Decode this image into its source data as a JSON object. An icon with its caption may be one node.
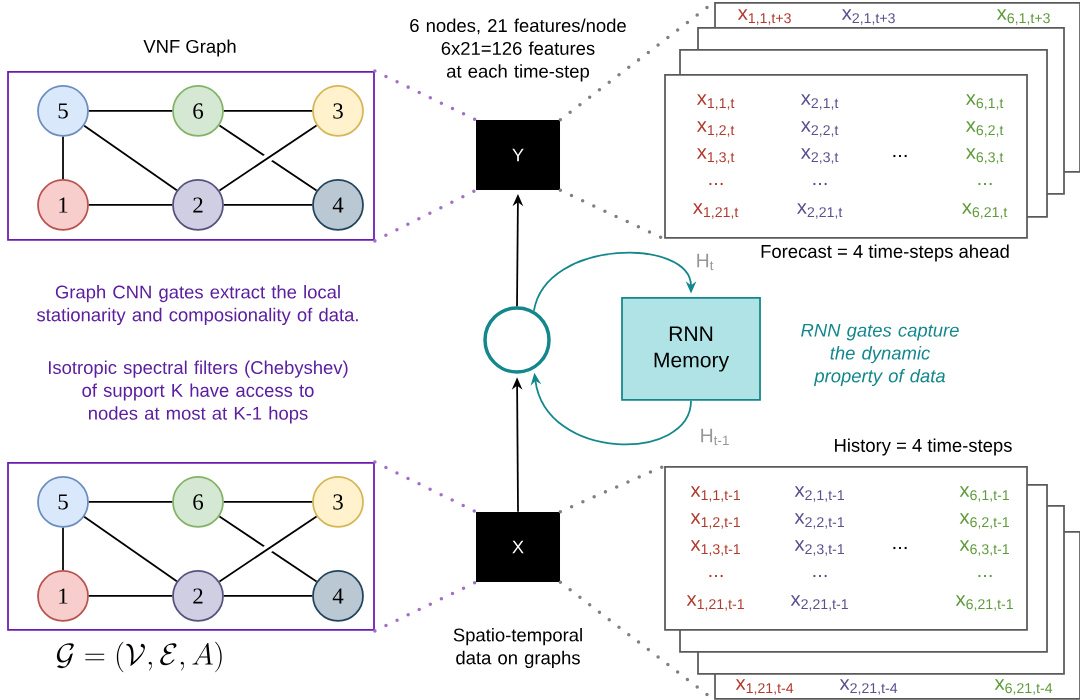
{
  "diagram": {
    "nodes": [
      {
        "text": [
          "VNF Graph"
        ]
      },
      {
        "text": [
          "5"
        ],
        "in": 0
      },
      {
        "text": [
          "6"
        ],
        "in": 0
      },
      {
        "text": [
          "3"
        ],
        "in": 0
      },
      {
        "text": [
          "1"
        ],
        "in": 0
      },
      {
        "text": [
          "2"
        ],
        "in": 0
      },
      {
        "text": [
          "4"
        ],
        "in": 0
      },
      {
        "text": [],
        "shape": "box",
        "beside": [
          "\\mathcal{G}=(\\mathcal{V},\\mathcal{E},A)"
        ]
      },
      {
        "text": [
          "5"
        ],
        "in": 7
      },
      {
        "text": [
          "6"
        ],
        "in": 7
      },
      {
        "text": [
          "3"
        ],
        "in": 7
      },
      {
        "text": [
          "1"
        ],
        "in": 7
      },
      {
        "text": [
          "2"
        ],
        "in": 7
      },
      {
        "text": [
          "4"
        ],
        "in": 7
      },
      {
        "text": [
          "Y"
        ],
        "beside": [
          "6 nodes, 21 features/node 6x21=126 features at each time-step"
        ]
      },
      {
        "text": [
          "X"
        ],
        "beside": [
          "Spatio-temporal data on graphs"
        ]
      },
      {
        "text": [],
        "shape": "circle"
      },
      {
        "text": [
          "RNN Memory"
        ]
      },
      {
        "text": [
          "x$_{1,1,t+3}$",
          "x$_{2,1,t+3}$",
          "x$_{6,1,t+3}$"
        ]
      },
      {
        "text": [],
        "shape": "box"
      },
      {
        "text": [],
        "shape": "box"
      },
      {
        "text": [
          "x$_{1,1,t}$",
          "x$_{2,1,t}$",
          "x$_{6,1,t}$",
          "x$_{1,2,t}$",
          "x$_{2,2,t}$",
          "x$_{6,2,t}$",
          "x$_{1,3,t}$",
          "x$_{2,3,t}$",
          "...",
          "x$_{6,3,t}$",
          "...",
          "...",
          "...",
          "x$_{1,21,t}$",
          "x$_{2,21,t}$",
          "x$_{6,21,t}$"
        ],
        "beside": [
          "Forecast = 4 time-steps ahead"
        ]
      },
      {
        "text": [
          "x$_{1,1,t-1}$",
          "x$_{2,1,t-1}$",
          "x$_{6,1,t-1}$",
          "x$_{1,2,t-1}$",
          "x$_{2,2,t-1}$",
          "x$_{6,2,t-1}$",
          "x$_{1,3,t-1}$",
          "x$_{2,3,t-1}$",
          "...",
          "x$_{6,3,t-1}$",
          "...",
          "...",
          "...",
          "x$_{1,21,t-1}$",
          "x$_{2,21,t-1}$",
          "x$_{6,21,t-1}$"
        ],
        "beside": [
          "History = 4 time-steps"
        ]
      },
      {
        "text": [],
        "shape": "box"
      },
      {
        "text": [],
        "shape": "box"
      },
      {
        "text": [
          "x$_{1,21,t-4}$",
          "x$_{2,21,t-4}$",
          "x$_{6,21,t-4}$"
        ]
      }
    ],
    "edges": [
      {
        "from": 1,
        "to": 2,
        "arrow": "none"
      },
      {
        "from": 2,
        "to": 3,
        "arrow": "none"
      },
      {
        "from": 1,
        "to": 4,
        "arrow": "none"
      },
      {
        "from": 1,
        "to": 5,
        "arrow": "none"
      },
      {
        "from": 2,
        "to": 6,
        "arrow": "none"
      },
      {
        "from": 3,
        "to": 5,
        "arrow": "none"
      },
      {
        "from": 4,
        "to": 5,
        "arrow": "none"
      },
      {
        "from": 5,
        "to": 6,
        "arrow": "none"
      },
      {
        "from": 8,
        "to": 9,
        "arrow": "none"
      },
      {
        "from": 9,
        "to": 10,
        "arrow": "none"
      },
      {
        "from": 8,
        "to": 11,
        "arrow": "none"
      },
      {
        "from": 8,
        "to": 12,
        "arrow": "none"
      },
      {
        "from": 9,
        "to": 13,
        "arrow": "none"
      },
      {
        "from": 10,
        "to": 12,
        "arrow": "none"
      },
      {
        "from": 11,
        "to": 12,
        "arrow": "none"
      },
      {
        "from": 12,
        "to": 13,
        "arrow": "none"
      },
      {
        "from": 0,
        "to": 14,
        "arrow": "none",
        "style": "dashed",
        "color": "#a070c8"
      },
      {
        "from": 0,
        "to": 14,
        "arrow": "none",
        "style": "dashed",
        "color": "#a070c8"
      },
      {
        "from": 7,
        "to": 15,
        "arrow": "none",
        "style": "dashed",
        "color": "#a070c8"
      },
      {
        "from": 7,
        "to": 15,
        "arrow": "none",
        "style": "dashed",
        "color": "#a070c8"
      },
      {
        "from": 15,
        "to": 16,
        "arrow": "to"
      },
      {
        "from": 16,
        "to": 14,
        "arrow": "to"
      },
      {
        "from": 16,
        "to": 17,
        "arrow": "to",
        "label": "H$_{t}$",
        "color": "#13878c"
      },
      {
        "from": 17,
        "to": 16,
        "arrow": "to",
        "label": "H$_{t-1}$",
        "color": "#13878c"
      },
      {
        "from": 14,
        "to": 18,
        "arrow": "none",
        "style": "dashed",
        "color": "#808080"
      },
      {
        "from": 14,
        "to": 21,
        "arrow": "none",
        "style": "dashed",
        "color": "#808080"
      },
      {
        "from": 15,
        "to": 22,
        "arrow": "none",
        "style": "dashed",
        "color": "#808080"
      },
      {
        "from": 15,
        "to": 25,
        "arrow": "none",
        "style": "dashed",
        "color": "#808080"
      }
    ],
    "labels": [
      "Graph CNN gates extract the local stationarity and composionality of data.",
      "Isotropic spectral filters (Chebyshev) of support K have access to nodes at most at K-1 hops",
      "RNN gates capture the dynamic property of data"
    ]
  }
}
